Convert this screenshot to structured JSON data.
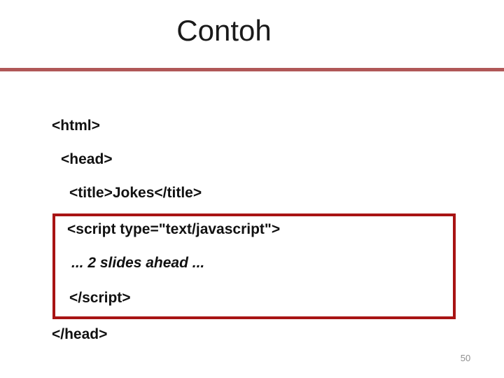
{
  "slide": {
    "title": "Contoh",
    "page_number": "50",
    "code": {
      "html_open": "<html>",
      "head_open": "<head>",
      "title_line": "<title>Jokes</title>",
      "script_open": "<script type=\"text/javascript\">",
      "script_body": "... 2 slides ahead ...",
      "script_close": "</script>",
      "head_close": "</head>"
    },
    "colors": {
      "title_rule": "#b05757",
      "highlight_box_border": "#a81414",
      "code_text": "#111111",
      "title_text": "#1a1a1a",
      "page_number_text": "#8e8e8e"
    }
  }
}
